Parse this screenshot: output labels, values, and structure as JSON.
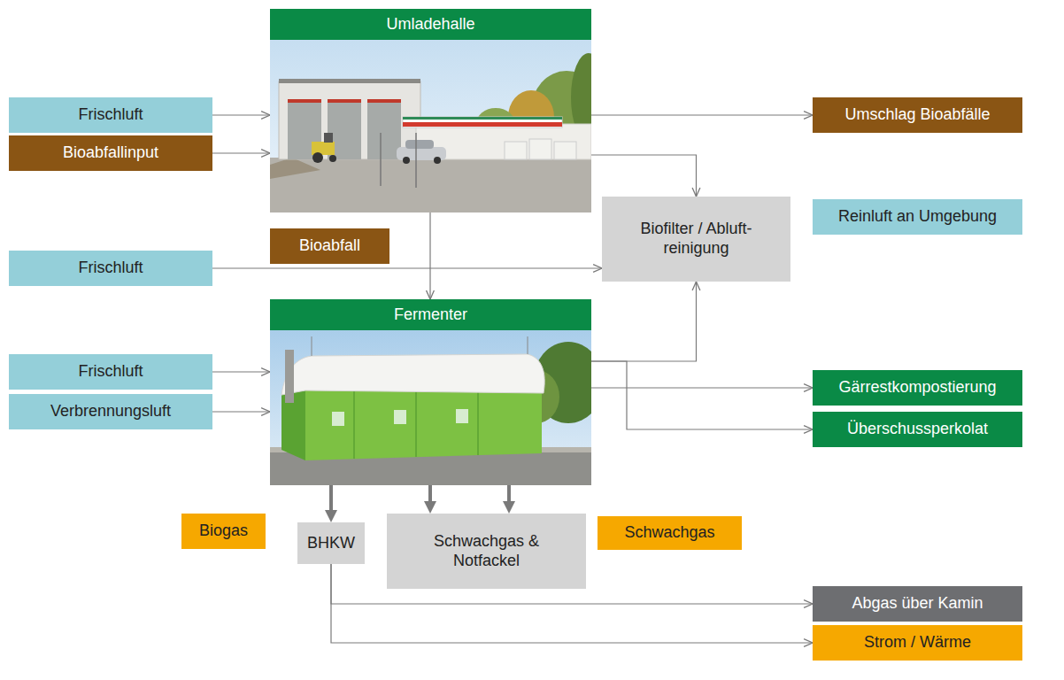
{
  "diagram": {
    "nodes": [
      {
        "text": [
          "Umladehalle"
        ]
      },
      {
        "text": [
          "Frischluft"
        ]
      },
      {
        "text": [
          "Umschlag Bioabfälle"
        ]
      },
      {
        "text": [
          "Bioabfallinput"
        ]
      },
      {
        "text": [
          "Biofilter / Abluft- reinigung"
        ]
      },
      {
        "text": [
          "Reinluft an Umgebung"
        ]
      },
      {
        "text": [
          "Bioabfall"
        ]
      },
      {
        "text": [
          "Frischluft"
        ]
      },
      {
        "text": [
          "Fermenter"
        ]
      },
      {
        "text": [
          "Frischluft"
        ]
      },
      {
        "text": [
          "Gärrestkompostierung"
        ]
      },
      {
        "text": [
          "Verbrennungsluft"
        ]
      },
      {
        "text": [
          "Überschussperkolat"
        ]
      },
      {
        "text": [
          "Biogas"
        ]
      },
      {
        "text": [
          "BHKW"
        ]
      },
      {
        "text": [
          "Schwachgas & Notfackel"
        ]
      },
      {
        "text": [
          "Schwachgas"
        ]
      },
      {
        "text": [
          "Abgas über Kamin"
        ]
      },
      {
        "text": [
          "Strom / Wärme"
        ]
      }
    ],
    "edges": [
      {
        "from": 1,
        "to": 0,
        "arrow": "to"
      },
      {
        "from": 3,
        "to": 0,
        "arrow": "to"
      },
      {
        "from": 0,
        "to": 2,
        "arrow": "to"
      },
      {
        "from": 0,
        "to": 4,
        "arrow": "to"
      },
      {
        "from": 0,
        "to": 8,
        "arrow": "to"
      },
      {
        "from": 7,
        "to": 4,
        "arrow": "to"
      },
      {
        "from": 8,
        "to": 4,
        "arrow": "to"
      },
      {
        "from": 9,
        "to": 8,
        "arrow": "to"
      },
      {
        "from": 11,
        "to": 8,
        "arrow": "to"
      },
      {
        "from": 8,
        "to": 10,
        "arrow": "to"
      },
      {
        "from": 8,
        "to": 12,
        "arrow": "to"
      },
      {
        "from": 8,
        "to": 14,
        "arrow": "to"
      },
      {
        "from": 8,
        "to": 15,
        "arrow": "to"
      },
      {
        "from": 8,
        "to": 15,
        "arrow": "to"
      },
      {
        "from": 14,
        "to": 17,
        "arrow": "to"
      },
      {
        "from": 14,
        "to": 18,
        "arrow": "to"
      }
    ]
  }
}
